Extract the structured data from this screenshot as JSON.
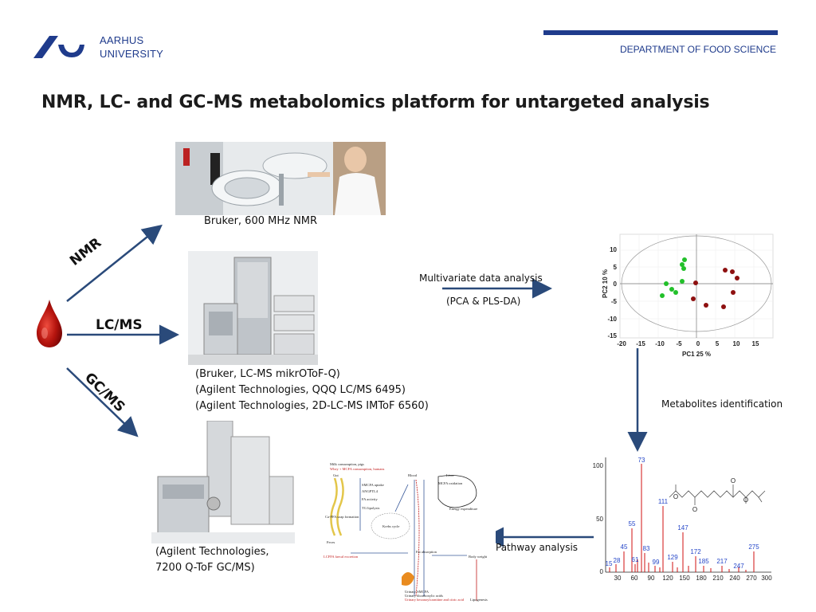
{
  "header": {
    "logo_line1": "AARHUS",
    "logo_line2": "UNIVERSITY",
    "department": "DEPARTMENT OF FOOD SCIENCE",
    "title": "NMR, LC- and GC-MS metabolomics platform for untargeted analysis",
    "brand_color": "#1f3b8c"
  },
  "labels": {
    "nmr": "NMR",
    "lcms": "LC/MS",
    "gcms": "GC/MS",
    "nmr_instrument": "Bruker, 600 MHz NMR",
    "lcms_instruments": [
      "(Bruker, LC-MS mikrOToF-Q)",
      "(Agilent Technologies, QQQ LC/MS 6495)",
      "(Agilent Technologies, 2D-LC-MS IMToF 6560)"
    ],
    "gcms_instrument_line1": "(Agilent Technologies,",
    "gcms_instrument_line2": "7200 Q-ToF GC/MS)",
    "multivariate": "Multivariate data analysis",
    "pca": "(PCA & PLS-DA)",
    "metabolites": "Metabolites identification",
    "pathway": "Pathway analysis"
  },
  "pca_plot": {
    "xlabel": "PC1 25 %",
    "ylabel": "PC2 10 %",
    "xticks": [
      "-20",
      "-15",
      "-10",
      "-5",
      "0",
      "5",
      "10",
      "15"
    ],
    "yticks": [
      "10",
      "5",
      "0",
      "-5",
      "-10",
      "-15"
    ],
    "green": "#22c02a",
    "red": "#8e1010"
  },
  "mass_spectrum": {
    "xticks": [
      "30",
      "60",
      "90",
      "120",
      "150",
      "180",
      "210",
      "240",
      "270",
      "300"
    ],
    "yticks": [
      "100",
      "50",
      "0"
    ],
    "peak_labels": [
      "73",
      "111",
      "55",
      "147",
      "45",
      "83",
      "15",
      "28",
      "61",
      "99",
      "129",
      "172",
      "185",
      "217",
      "247",
      "275"
    ],
    "structure_atoms": [
      "O",
      "O",
      "O",
      "O"
    ]
  },
  "pathway_figure": {
    "header_line1": "Milk consumption, pigs",
    "header_line2": "Whey + MCFA consumption, humans",
    "top_labels": [
      "Gut",
      "Blood",
      "Liver"
    ],
    "items": [
      "SMCFA uptake",
      "ANGPTL4",
      "FA activity",
      "TG lipolysis",
      "Ca-FFA soap formation",
      "Feces",
      "Krebs cycle",
      "Fat absorption",
      "Body weight",
      "MCFA oxidation",
      "Energy expenditure",
      "LCFFA faecal excretion"
    ],
    "bottom_lines": [
      "Urinary SMCFA",
      "Urinary dicarboxylic acids",
      "Urinary hexanoylcarnitine and citric acid"
    ],
    "lipogenesis": "Lipogenesis"
  }
}
